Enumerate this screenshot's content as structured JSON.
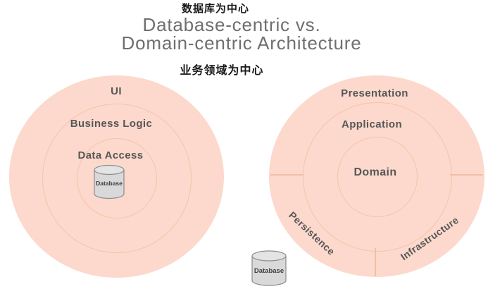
{
  "title": {
    "zh_top": "数据库为中心",
    "line1": "Database-centric vs.",
    "line2": "Domain-centric Architecture",
    "zh_bottom": "业务领域为中心"
  },
  "database_centric": {
    "label_ui": "UI",
    "label_business_logic": "Business Logic",
    "label_data_access": "Data Access",
    "database_label": "Database"
  },
  "domain_centric": {
    "label_presentation": "Presentation",
    "label_application": "Application",
    "label_domain": "Domain",
    "label_persistence": "Persistence",
    "label_infrastructure": "Infrastructure",
    "database_label": "Database"
  },
  "colors": {
    "circle_fill": "#fcd9cc",
    "ring_stroke": "#f6c3a8",
    "divider": "#f0bfa3",
    "title_text": "#6f6f6f",
    "label_text": "#575757",
    "chinese_text": "#1a1a1a",
    "cylinder_fill": "#d9d9d9",
    "cylinder_top_fill": "#e4e4e4",
    "cylinder_stroke": "#8c8c8c"
  }
}
